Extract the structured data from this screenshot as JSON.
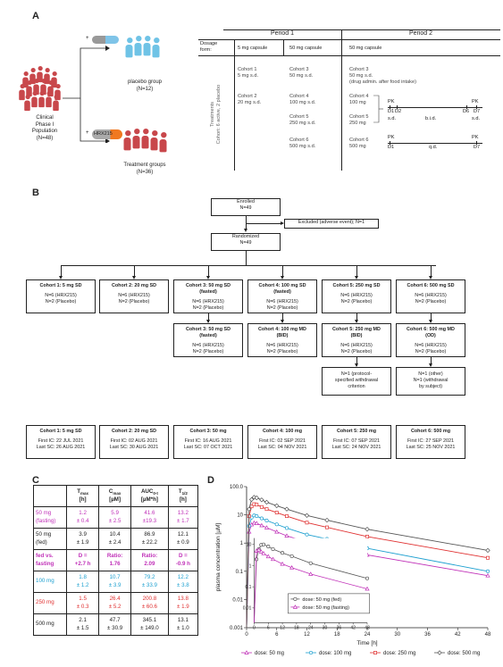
{
  "panels": {
    "a": "A",
    "b": "B",
    "c": "C",
    "d": "D"
  },
  "panel_a": {
    "population_label": [
      "Clinical",
      "Phase I",
      "Population",
      "(N=48)"
    ],
    "placebo_group": [
      "placebo group",
      "(N=12)"
    ],
    "treatment_group": [
      "Treatment groups",
      "(N=36)"
    ],
    "drug_label": "HRX215",
    "plus": "+",
    "period1": "Period 1",
    "period2": "Period 2",
    "dosage_form_label": [
      "Dosage",
      "form:"
    ],
    "form_5mg": "5 mg capsule",
    "form_50mg": "50 mg capsule",
    "form_p2": "50 mg capsule",
    "treatments_label": [
      "Treatments",
      "Cohort: 6 active, 2 placebo"
    ],
    "col1": [
      [
        "Cohort 1",
        "5 mg s.d."
      ],
      [
        "Cohort 2",
        "20 mg s.d."
      ]
    ],
    "col2": [
      [
        "Cohort 3",
        "50 mg s.d."
      ],
      [
        "Cohort 4",
        "100 mg s.d."
      ],
      [
        "Cohort 5",
        "250 mg s.d."
      ],
      [
        "Cohort 6",
        "500 mg s.d."
      ]
    ],
    "col3_c3": [
      "Cohort 3",
      "50 mg s.d.",
      "(drug admin. after food intake)"
    ],
    "col3_c4": [
      "Cohort 4",
      "100 mg"
    ],
    "col3_c5": [
      "Cohort 5",
      "250 mg"
    ],
    "col3_c6": [
      "Cohort 6",
      "500 mg"
    ],
    "pk": "PK",
    "timeline45": {
      "d1": "D1",
      "d2": "D2",
      "d6": "D6",
      "d7": "D7",
      "sd1": "s.d.",
      "bid": "b.i.d.",
      "sd2": "s.d."
    },
    "timeline6": {
      "d1": "D1",
      "d7": "D7",
      "qd": "q.d."
    }
  },
  "panel_b": {
    "enrolled": [
      "Enrolled",
      "N=49"
    ],
    "excluded": "Excluded (adverse event); N=1",
    "randomized": [
      "Randomized",
      "N=49"
    ],
    "row1": [
      {
        "title": "Cohort 1: 5 mg SD",
        "lines": [
          "N=6 (HRX215)",
          "N=2 (Placebo)"
        ]
      },
      {
        "title": "Cohort 2: 20 mg SD",
        "lines": [
          "N=6 (HRX215)",
          "N=2 (Placebo)"
        ]
      },
      {
        "title": "Cohort 3: 50 mg SD",
        "title2": "(fasted)",
        "lines": [
          "N=6 (HRX215)",
          "N=2 (Placebo)"
        ]
      },
      {
        "title": "Cohort 4: 100 mg SD",
        "title2": "(fasted)",
        "lines": [
          "N=6 (HRX215)",
          "N=2 (Placebo)"
        ]
      },
      {
        "title": "Cohort 5: 250 mg SD",
        "lines": [
          "N=6 (HRX215)",
          "N=2 (Placebo)"
        ]
      },
      {
        "title": "Cohort 6: 500 mg SD",
        "lines": [
          "N=6 (HRX215)",
          "N=2 (Placebo)"
        ]
      }
    ],
    "row2": [
      {
        "title": "Cohort 3: 50 mg SD",
        "title2": "(fasted)",
        "lines": [
          "N=6 (HRX215)",
          "N=2 (Placebo)"
        ]
      },
      {
        "title": "Cohort 4: 100 mg MD",
        "title2": "(BID)",
        "lines": [
          "N=6 (HRX215)",
          "N=2 (Placebo)"
        ]
      },
      {
        "title": "Cohort 5: 250 mg MD",
        "title2": "(BID)",
        "lines": [
          "N=6 (HRX215)",
          "N=2 (Placebo)"
        ]
      },
      {
        "title": "Cohort 6: 500 mg MD",
        "title2": "(OD)",
        "lines": [
          "N=6 (HRX215)",
          "N=2 (Placebo)"
        ]
      }
    ],
    "withdraw5": [
      "N=1 (protocol-",
      "specified withdrawal",
      "criterion"
    ],
    "withdraw6": [
      "N=1 (other)",
      "N=1 (withdrawal",
      "by subject)"
    ],
    "row3": [
      {
        "title": "Cohort 1: 5 mg SD",
        "lines": [
          "First IC: 22 JUL 2021",
          "Last SC: 26 AUG 2021"
        ]
      },
      {
        "title": "Cohort 2: 20 mg SD",
        "lines": [
          "First IC: 02 AUG 2021",
          "Last SC: 30 AUG 2021"
        ]
      },
      {
        "title": "Cohort 3: 50 mg",
        "lines": [
          "First IC: 16 AUG 2021",
          "Last SC: 07 OCT 2021"
        ]
      },
      {
        "title": "Cohort 4: 100 mg",
        "lines": [
          "First IC: 02 SEP 2021",
          "Last SC: 04 NOV 2021"
        ]
      },
      {
        "title": "Cohort 5: 250 mg",
        "lines": [
          "First IC: 07 SEP 2021",
          "Last SC: 24 NOV 2021"
        ]
      },
      {
        "title": "Cohort 6: 500 mg",
        "lines": [
          "First IC: 27 SEP 2021",
          "Last SC: 25 NOV 2021"
        ]
      }
    ]
  },
  "panel_c": {
    "headers": [
      [
        "T",
        "max",
        "[h]"
      ],
      [
        "C",
        "max",
        "[µM]"
      ],
      [
        "AUC",
        "0-t",
        "[µM*h]"
      ],
      [
        "T",
        "1/2",
        "[h]"
      ]
    ],
    "rows": [
      {
        "label": [
          "50 mg",
          "(fasting)"
        ],
        "color": "#c030b8",
        "bold": false,
        "cells": [
          [
            "1.2",
            "± 0.4"
          ],
          [
            "5.9",
            "± 2.5"
          ],
          [
            "41.6",
            "±19.3"
          ],
          [
            "13.2",
            "± 1.7"
          ]
        ]
      },
      {
        "label": [
          "50 mg",
          "(fed)"
        ],
        "color": "#222222",
        "bold": false,
        "cells": [
          [
            "3.9",
            "± 1.9"
          ],
          [
            "10.4",
            "± 2.4"
          ],
          [
            "86.9",
            "± 22.2"
          ],
          [
            "12.1",
            "± 0.9"
          ]
        ]
      },
      {
        "label": [
          "fed vs.",
          "fasting"
        ],
        "color": "#c030b8",
        "bold": true,
        "cells": [
          [
            "D =",
            "+2.7 h"
          ],
          [
            "Ratio:",
            "1.76"
          ],
          [
            "Ratio:",
            "2.09"
          ],
          [
            "D =",
            "-0.9 h"
          ]
        ]
      },
      {
        "label": [
          "100 mg",
          ""
        ],
        "color": "#1ea0d0",
        "bold": false,
        "cells": [
          [
            "1.8",
            "± 1.2"
          ],
          [
            "10.7",
            "± 3.9"
          ],
          [
            "79.2",
            "± 33.9"
          ],
          [
            "12.2",
            "± 3.8"
          ]
        ]
      },
      {
        "label": [
          "250 mg",
          ""
        ],
        "color": "#e03030",
        "bold": false,
        "cells": [
          [
            "1.5",
            "± 0.3"
          ],
          [
            "26.4",
            "± 5.2"
          ],
          [
            "200.8",
            "± 60.6"
          ],
          [
            "13.8",
            "± 1.9"
          ]
        ]
      },
      {
        "label": [
          "500 mg",
          ""
        ],
        "color": "#222222",
        "bold": false,
        "cells": [
          [
            "2.1",
            "± 1.5"
          ],
          [
            "47.7",
            "± 30.9"
          ],
          [
            "345.1",
            "± 149.0"
          ],
          [
            "13.1",
            "± 1.0"
          ]
        ]
      }
    ]
  },
  "chart_data": {
    "type": "line",
    "xlabel": "Time [h]",
    "ylabel": "plasma concentration [µM]",
    "yscale": "log",
    "xlim": [
      0,
      48
    ],
    "ylim": [
      0.001,
      100
    ],
    "xticks": [
      0,
      6,
      12,
      18,
      24,
      30,
      36,
      42,
      48
    ],
    "ytick_labels": [
      "0.001",
      "0.01",
      "0.1",
      "1",
      "10",
      "100.0"
    ],
    "series": [
      {
        "name": "dose: 50 mg",
        "color": "#c030b8",
        "marker": "triangle",
        "x": [
          0,
          0.5,
          1,
          1.5,
          2,
          3,
          4,
          6,
          8,
          12,
          16,
          24,
          48
        ],
        "y": [
          0.001,
          2.5,
          4.5,
          5.2,
          5.0,
          4.2,
          3.5,
          2.5,
          1.8,
          1.1,
          0.8,
          0.38,
          0.07
        ]
      },
      {
        "name": "dose: 100 mg",
        "color": "#1ea0d0",
        "marker": "circle",
        "x": [
          0,
          0.5,
          1,
          1.5,
          2,
          3,
          4,
          6,
          8,
          12,
          16,
          24,
          48
        ],
        "y": [
          0.001,
          4,
          8,
          9.5,
          9.0,
          7.5,
          6.3,
          4.6,
          3.4,
          2.0,
          1.4,
          0.65,
          0.1
        ]
      },
      {
        "name": "dose: 250 mg",
        "color": "#e03030",
        "marker": "square",
        "x": [
          0,
          0.5,
          1,
          1.5,
          2,
          3,
          4,
          6,
          8,
          12,
          16,
          24,
          48
        ],
        "y": [
          0.001,
          9,
          20,
          24,
          23,
          19,
          16,
          12,
          9,
          5.3,
          3.6,
          1.7,
          0.3
        ]
      },
      {
        "name": "dose: 500 mg",
        "color": "#555555",
        "marker": "diamond",
        "x": [
          0,
          0.5,
          1,
          1.5,
          2,
          3,
          4,
          6,
          8,
          12,
          16,
          24,
          48
        ],
        "y": [
          0.001,
          16,
          35,
          42,
          40,
          34,
          28,
          21,
          16,
          9.5,
          6.5,
          3.1,
          0.55
        ]
      }
    ],
    "legend": [
      "dose: 50 mg",
      "dose: 100 mg",
      "dose: 250 mg",
      "dose: 500 mg"
    ],
    "legend_position": "bottom",
    "inset": {
      "xticks": [
        0,
        6,
        12,
        18,
        24,
        30,
        36,
        42,
        48
      ],
      "yticks": [
        "0.01",
        "0.1",
        "1",
        "10"
      ],
      "legend_position": "bottom-left",
      "series": [
        {
          "name": "dose: 50 mg (fed)",
          "color": "#555555",
          "marker": "circle",
          "x": [
            0,
            1,
            2,
            3,
            4,
            6,
            8,
            12,
            16,
            24,
            48
          ],
          "y": [
            0.002,
            2,
            6,
            9.5,
            10,
            8,
            6,
            4,
            2.8,
            1.3,
            0.25
          ]
        },
        {
          "name": "dose: 50 mg (fasting)",
          "color": "#c030b8",
          "marker": "triangle",
          "x": [
            0,
            1,
            2,
            3,
            4,
            6,
            8,
            12,
            16,
            24,
            48
          ],
          "y": [
            0.002,
            5,
            5.5,
            4.5,
            3.8,
            2.7,
            2,
            1.2,
            0.8,
            0.4,
            0.08
          ]
        }
      ]
    }
  }
}
